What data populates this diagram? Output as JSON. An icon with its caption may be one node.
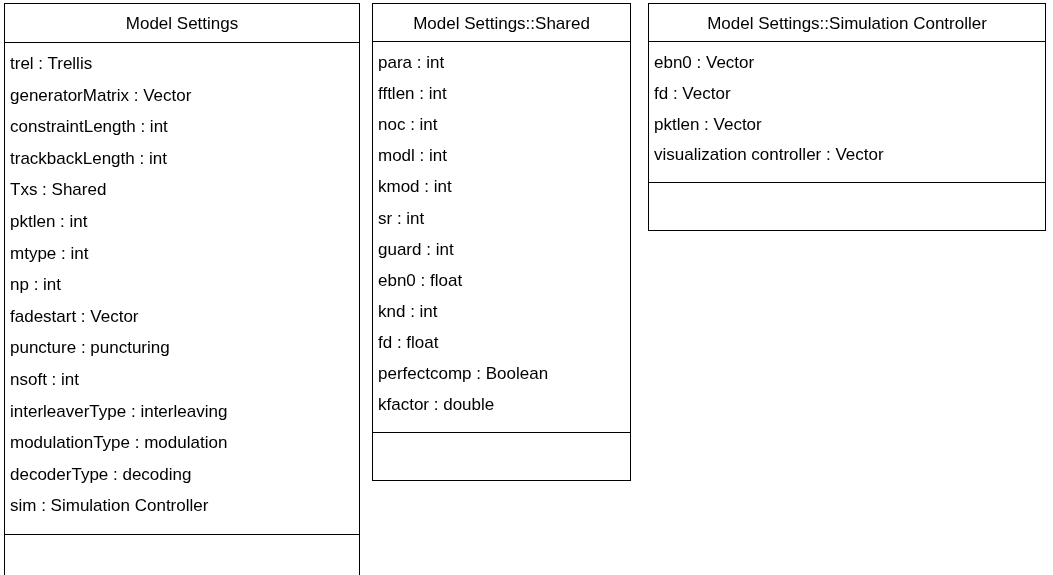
{
  "diagram": {
    "nodes": [
      {
        "text": [
          "Model Settings",
          "trel : Trellis",
          "generatorMatrix : Vector",
          "constraintLength : int",
          "trackbackLength : int",
          "Txs : Shared",
          "pktlen : int",
          "mtype : int",
          "np : int",
          "fadestart : Vector",
          "puncture : puncturing",
          "nsoft : int",
          "interleaverType : interleaving",
          "modulationType : modulation",
          "decoderType : decoding",
          "sim : Simulation Controller"
        ]
      },
      {
        "text": [
          "Model Settings::Shared",
          "para : int",
          "fftlen : int",
          "noc : int",
          "modl : int",
          "kmod : int",
          "sr : int",
          "guard : int",
          "ebn0 : float",
          "knd : int",
          "fd : float",
          "perfectcomp : Boolean",
          "kfactor : double"
        ]
      },
      {
        "text": [
          "Model Settings::Simulation Controller",
          "ebn0 : Vector",
          "fd : Vector",
          "pktlen : Vector",
          "visualization controller : Vector"
        ]
      }
    ]
  }
}
